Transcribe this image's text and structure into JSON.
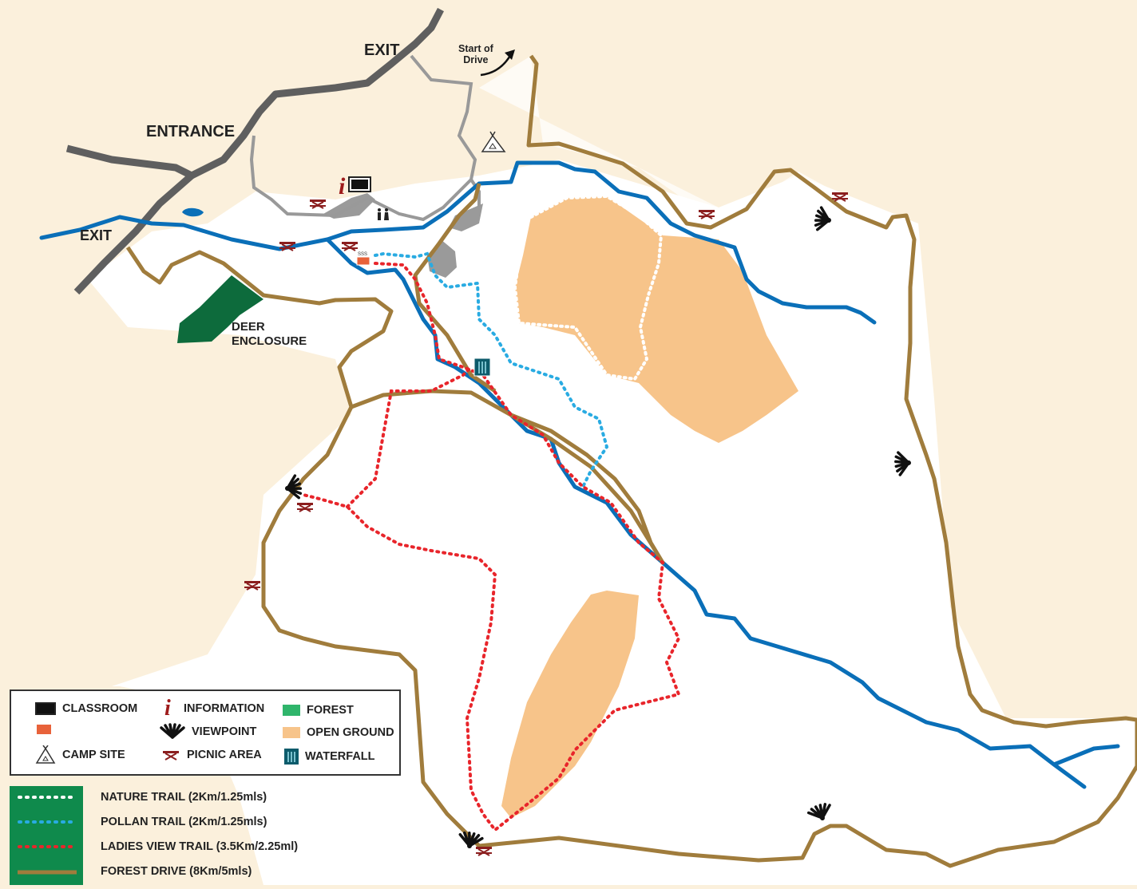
{
  "map": {
    "labels": {
      "exit_top": "EXIT",
      "exit_left": "EXIT",
      "entrance": "ENTRANCE",
      "start_of_drive_line1": "Start of",
      "start_of_drive_line2": "Drive",
      "deer_line1": "DEER",
      "deer_line2": "ENCLOSURE"
    }
  },
  "legend": {
    "classroom": "CLASSROOM",
    "information": "INFORMATION",
    "forest": "FOREST",
    "viewpoint": "VIEWPOINT",
    "open_ground": "OPEN GROUND",
    "camp_site": "CAMP SITE",
    "picnic_area": "PICNIC AREA",
    "waterfall": "WATERFALL"
  },
  "trails": [
    {
      "label": "NATURE TRAIL (2Km/1.25mls)",
      "color": "#ffffff"
    },
    {
      "label": "POLLAN TRAIL (2Km/1.25mls)",
      "color": "#29abe2"
    },
    {
      "label": "LADIES VIEW TRAIL (3.5Km/2.25ml)",
      "color": "#e8252b"
    },
    {
      "label": "FOREST DRIVE (8Km/5mls)",
      "color": "#a07c3c"
    }
  ],
  "colors": {
    "background": "#fbf0dc",
    "river": "#0a6fb8",
    "forest_drive": "#a07c3c",
    "road": "#666666",
    "access_road": "#999999",
    "forest": "#0d6b3c",
    "open_ground": "#f7c48a",
    "picnic": "#8b1e1e",
    "panel": "#0f8a4c"
  },
  "icons": [
    "classroom-icon",
    "information-icon",
    "kettle-icon",
    "viewpoint-icon",
    "camp-site-icon",
    "picnic-area-icon",
    "waterfall-icon",
    "forest-icon",
    "open-ground-icon",
    "toilets-icon",
    "arrow-icon"
  ]
}
